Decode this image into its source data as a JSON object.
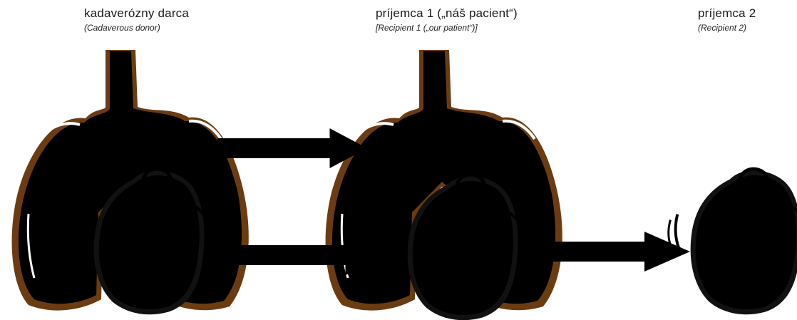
{
  "columns": {
    "donor": {
      "title": "kadaverózny darca",
      "subtitle": "(Cadaverous donor)"
    },
    "recipient1": {
      "title": "príjemca 1 („náš pacient“)",
      "subtitle": "[Recipient 1 („our patient“)]"
    },
    "recipient2": {
      "title": "príjemca 2",
      "subtitle": "(Recipient 2)"
    }
  },
  "colors": {
    "arrow_fill": "#b9dde2",
    "donor_lungs": "#efa54a",
    "recipient_lungs": "#c99331",
    "lung_outline": "#6b3c12",
    "donor_heart": "#e8352e",
    "recipient_heart": "#f4888a",
    "heart_highlight": "#f9c8c6"
  }
}
